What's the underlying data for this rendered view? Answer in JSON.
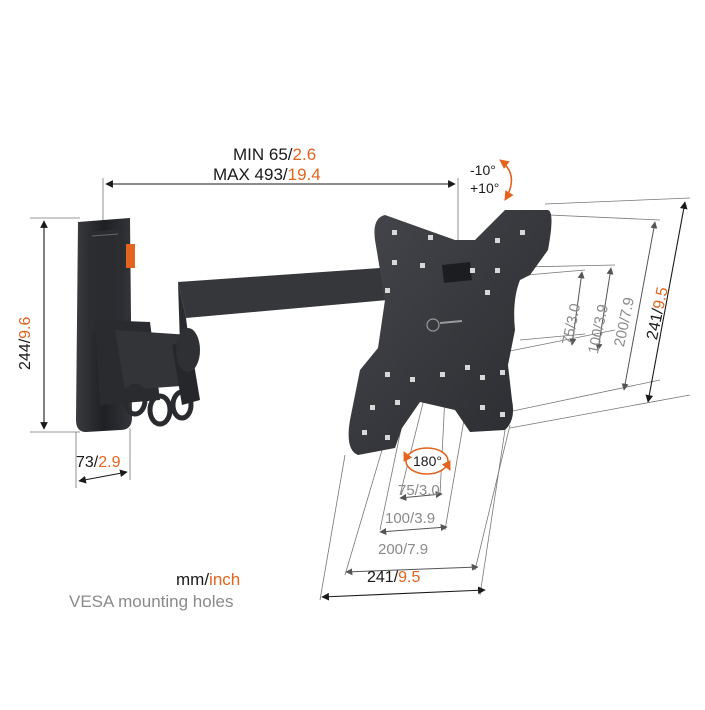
{
  "colors": {
    "accent": "#e2641f",
    "text": "#1a1a1a",
    "muted": "#8a8a8a",
    "product": "#2b2c2f"
  },
  "reach": {
    "min_label": "MIN 65/",
    "min_inch": "2.6",
    "max_label": "MAX 493/",
    "max_inch": "19.4"
  },
  "tilt": {
    "up": "-10°",
    "down": "+10°"
  },
  "wall_plate": {
    "height_mm": "244/",
    "height_inch": "9.6",
    "width_mm": "73/",
    "width_inch": "2.9"
  },
  "rotation": {
    "label": "180°"
  },
  "vesa_vertical": [
    {
      "mm": "75/",
      "inch": "3.0"
    },
    {
      "mm": "100/",
      "inch": "3.9"
    },
    {
      "mm": "200/",
      "inch": "7.9"
    },
    {
      "mm": "241/",
      "inch": "9.5"
    }
  ],
  "vesa_horizontal": [
    {
      "mm": "75/",
      "inch": "3.0"
    },
    {
      "mm": "100/",
      "inch": "3.9"
    },
    {
      "mm": "200/",
      "inch": "7.9"
    },
    {
      "mm": "241/",
      "inch": "9.5"
    }
  ],
  "legend": {
    "mm": "mm/",
    "inch": "inch",
    "caption": "VESA mounting holes"
  }
}
